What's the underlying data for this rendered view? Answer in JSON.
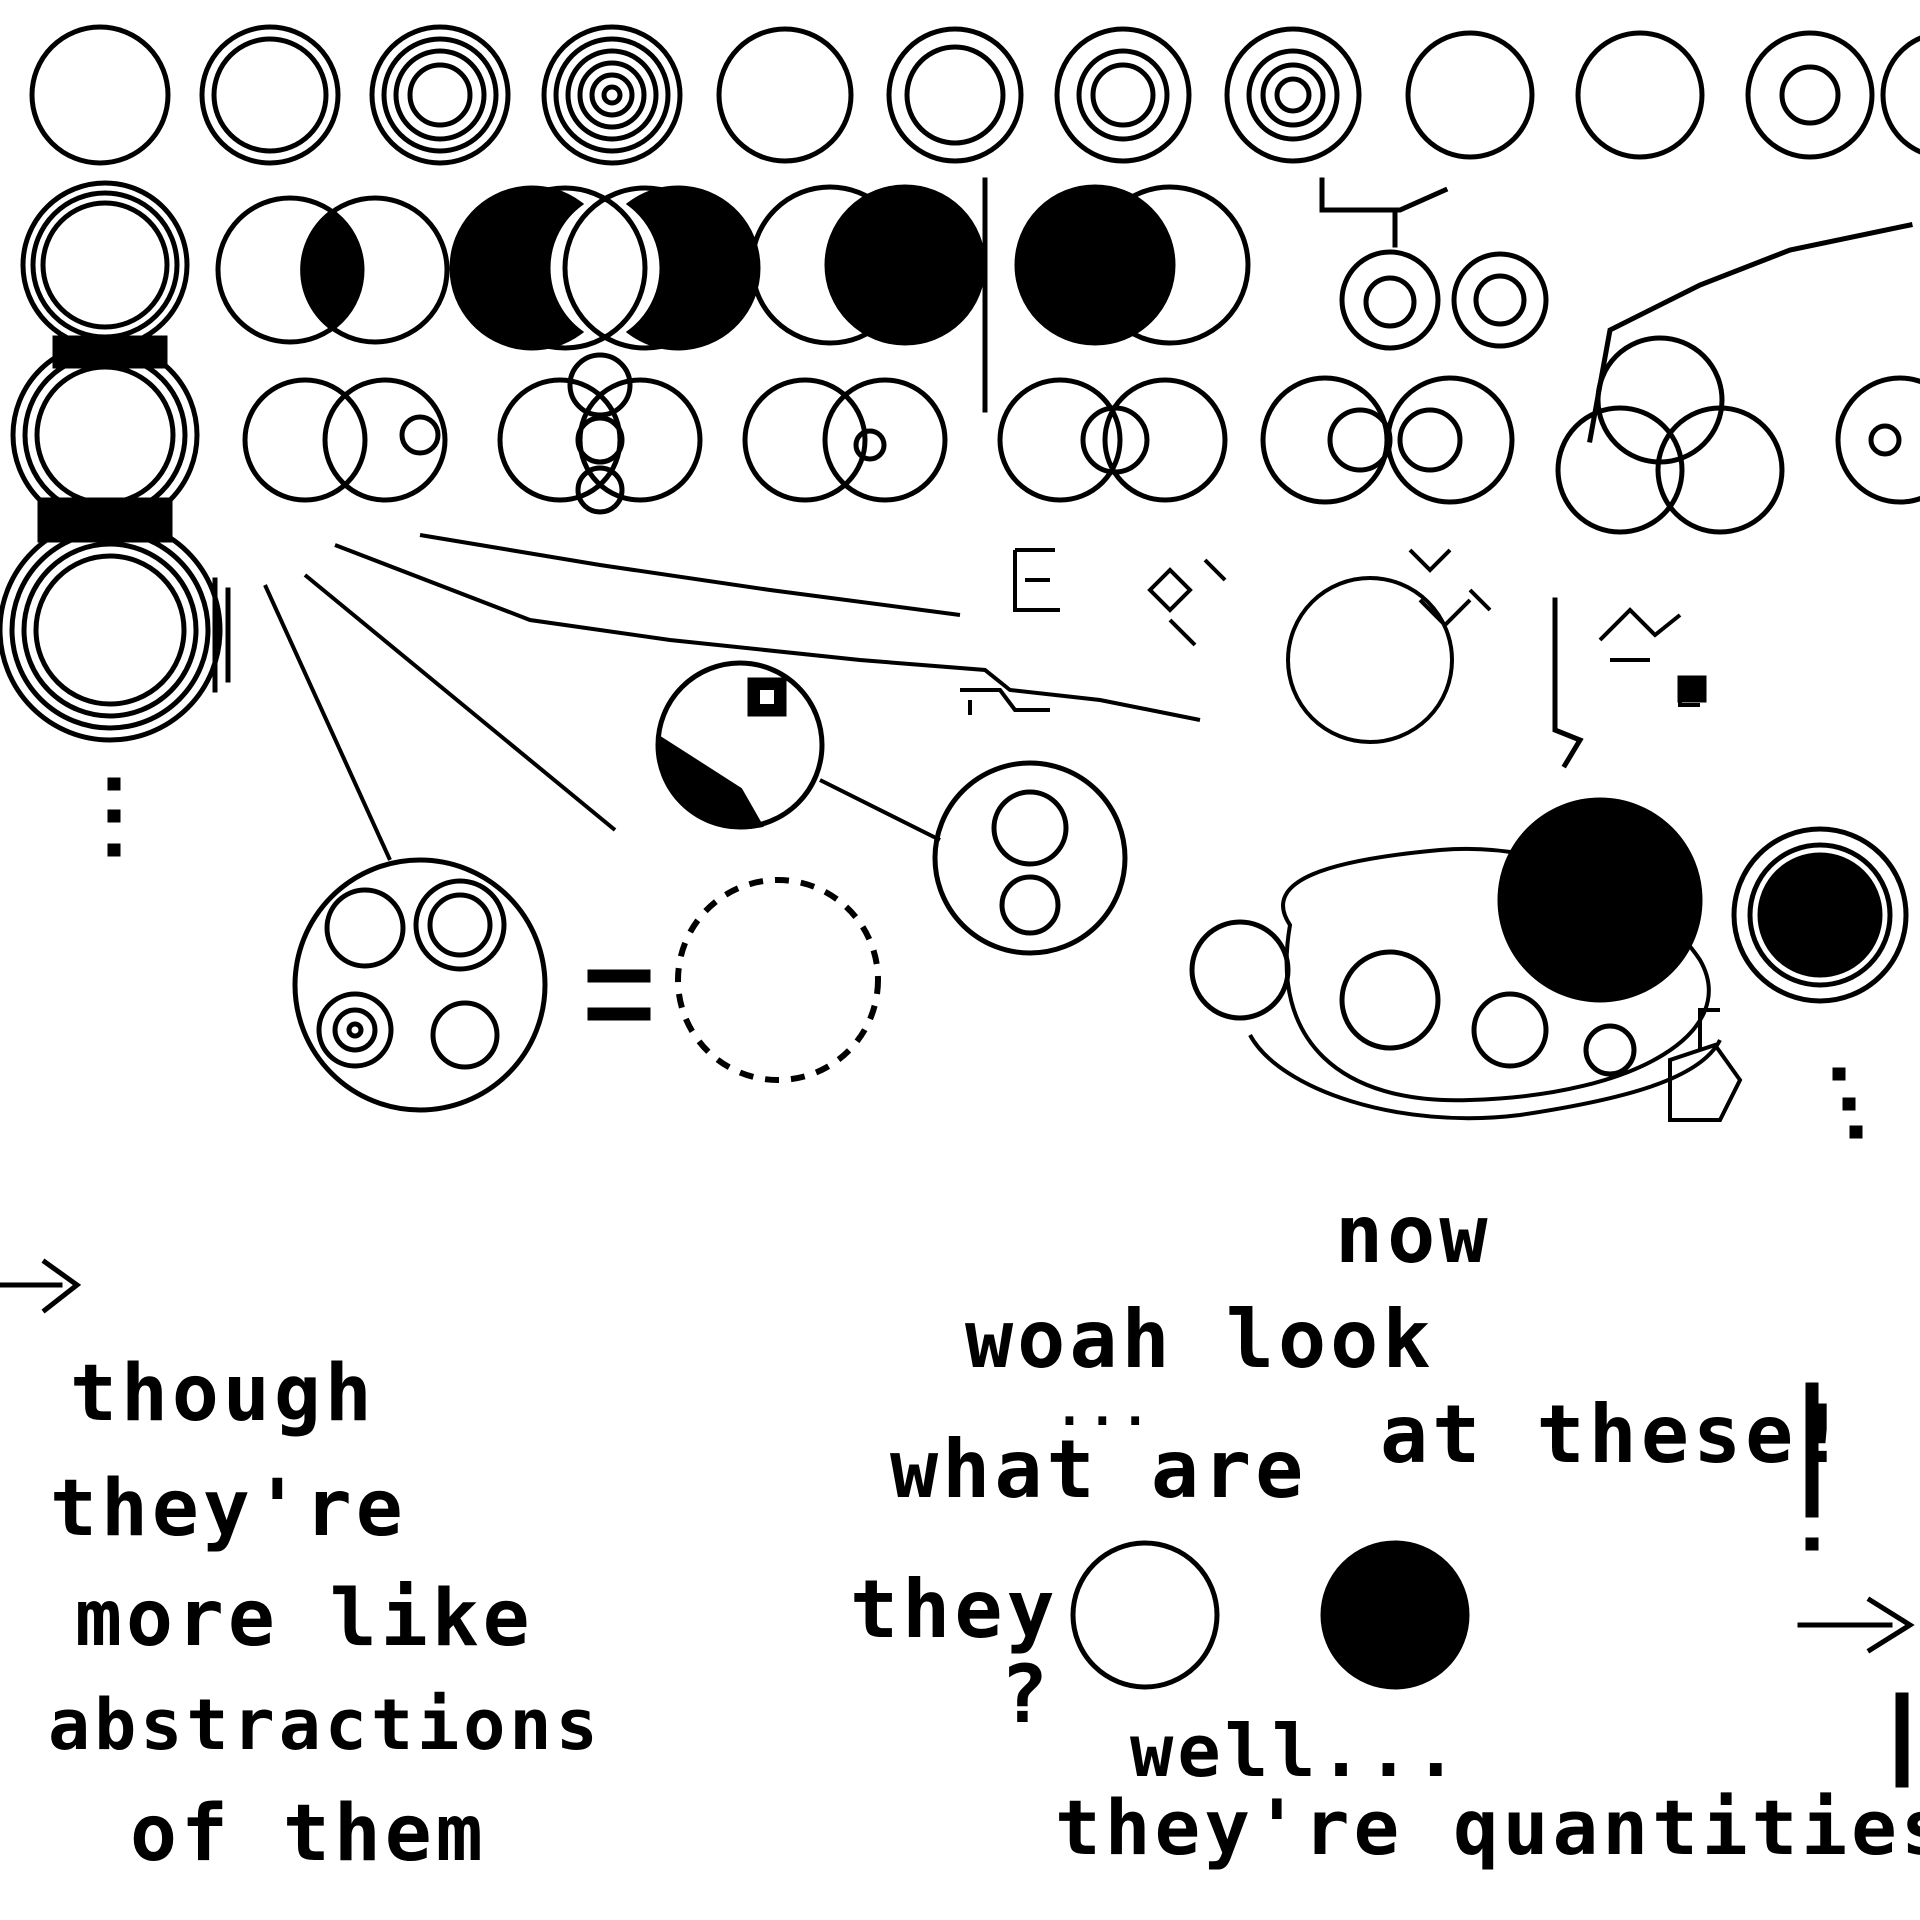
{
  "notes": {
    "left": [
      "though",
      "they're",
      "more like",
      "abstractions",
      "of them"
    ],
    "now": "now",
    "woah_look": "woah look",
    "at_these": "at these!",
    "what_are": "what are",
    "they": "they",
    "question": "?",
    "well": "well...",
    "quantities": "they're quantities!",
    "ellipsis": "...",
    "equals": "="
  },
  "colors": {
    "ink": "#000000",
    "paper": "#ffffff"
  }
}
